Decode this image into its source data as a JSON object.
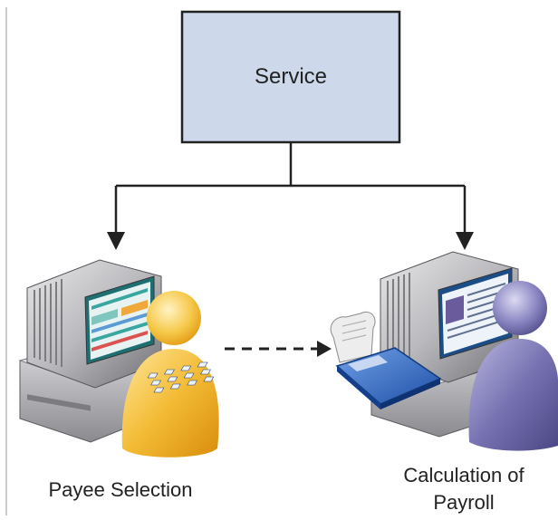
{
  "diagram": {
    "service_box": {
      "label": "Service",
      "fill": "#cdd8ea",
      "stroke": "#222222"
    },
    "left_node": {
      "label": "Payee Selection",
      "person_color": "#f2b630"
    },
    "right_node": {
      "label_line1": "Calculation of",
      "label_line2": "Payroll",
      "person_color": "#6e6aa6"
    },
    "connector": {
      "style": "dashed",
      "color": "#222222"
    },
    "icons": [
      "computer-monitor-icon",
      "person-icon",
      "calculator-icon",
      "receipt-tape-icon"
    ]
  }
}
